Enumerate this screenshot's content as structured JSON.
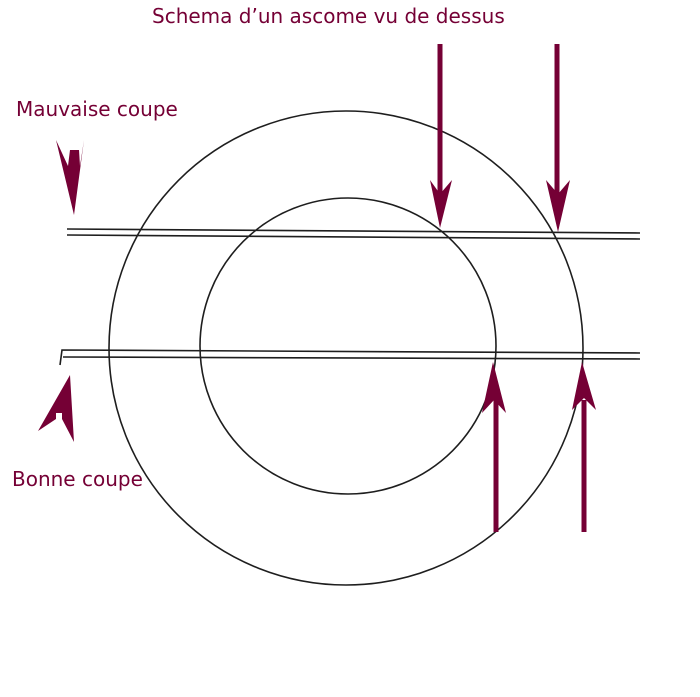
{
  "diagram": {
    "title": "Schema d’un ascome vu de dessus",
    "bad_cut_label": "Mauvaise coupe",
    "good_cut_label": "Bonne coupe"
  },
  "colors": {
    "accent": "#750035",
    "line": "#1e1e1e",
    "background": "#ffffff"
  },
  "icons": {
    "bad_cut_marker": "notched-arrow-down-icon",
    "good_cut_marker": "notched-arrow-up-icon",
    "pointer": "arrow-icon"
  }
}
